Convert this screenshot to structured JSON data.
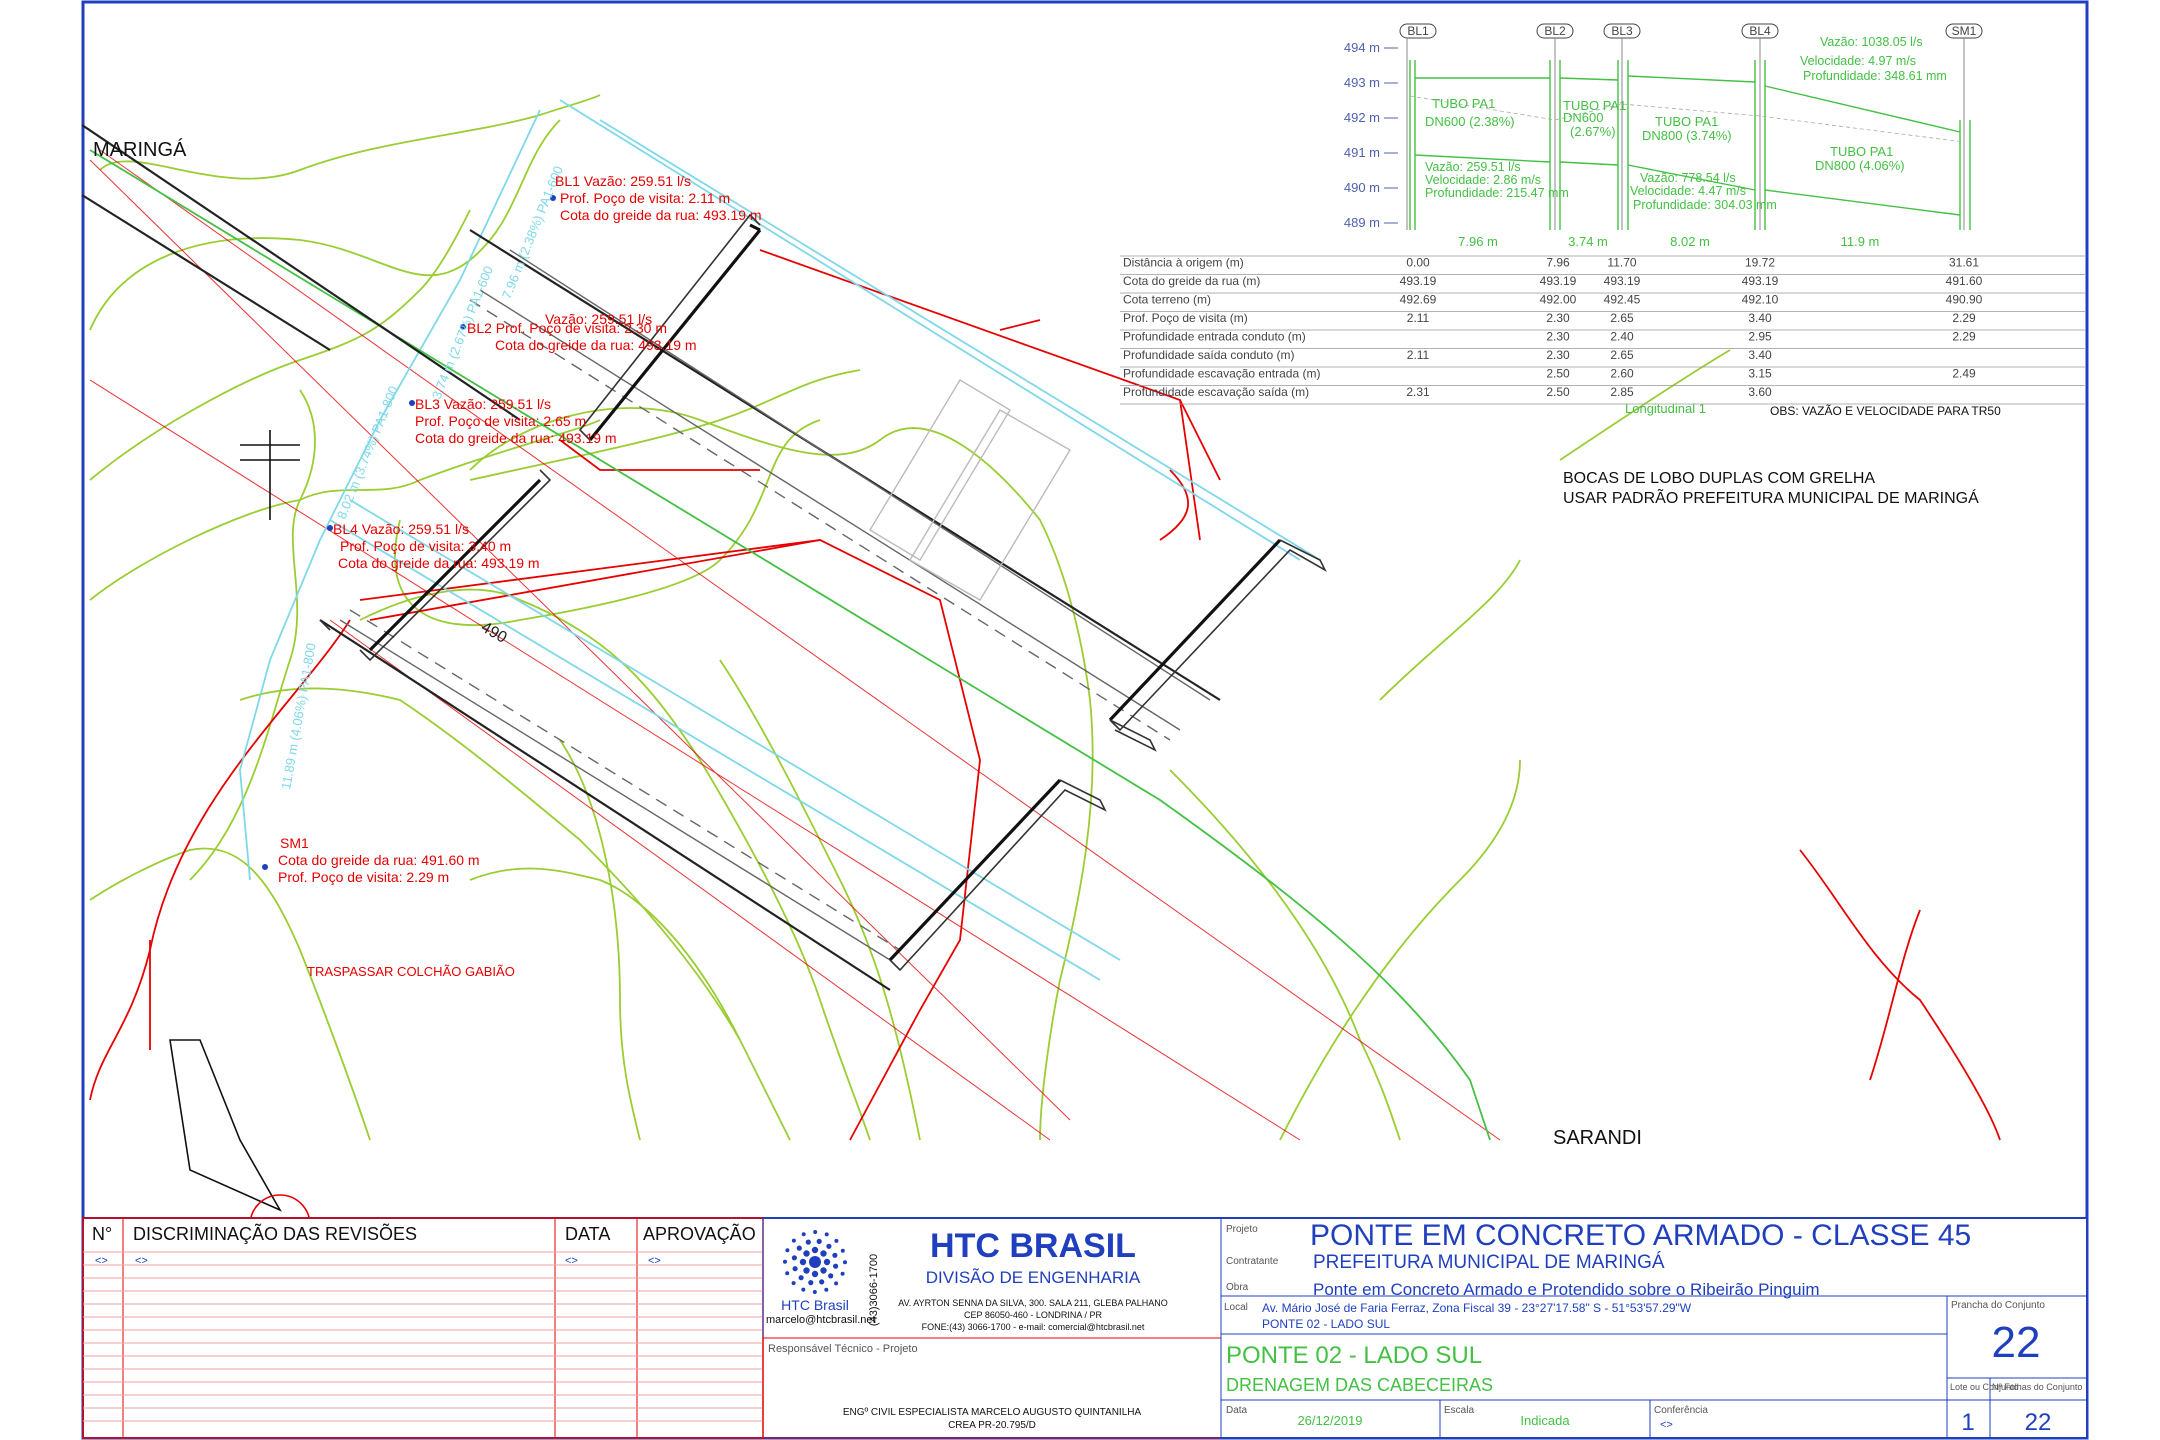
{
  "places": {
    "north": "MARINGÁ",
    "south": "SARANDI"
  },
  "contour_label": "490",
  "notes": {
    "bocas_line1": "BOCAS DE LOBO DUPLAS COM GRELHA",
    "bocas_line2": "USAR PADRÃO PREFEITURA MUNICIPAL DE MARINGÁ",
    "obs": "OBS: VAZÃO E VELOCIDADE PARA TR50",
    "longitudinal": "Longitudinal 1",
    "trespassar": "TRASPASSAR COLCHÃO GABIÃO"
  },
  "plan_labels": {
    "bl1": [
      "BL1 Vazão: 259.51 l/s",
      "Prof. Poço de visita: 2.11 m",
      "Cota do greide da rua: 493.19 m"
    ],
    "bl2": [
      "Vazão: 259.51 l/s",
      "BL2 Prof. Poço de visita: 2.30 m",
      "Cota do greide da rua: 493.19 m"
    ],
    "bl3": [
      "BL3 Vazão: 259.51 l/s",
      "Prof. Poço de visita: 2.65 m",
      "Cota do greide da rua: 493.19 m"
    ],
    "bl4": [
      "BL4 Vazão: 259.51 l/s",
      "Prof. Poço de visita: 3.40 m",
      "Cota do greide da rua: 493.19 m"
    ],
    "sm1": [
      "SM1",
      "Cota do greide da rua: 491.60 m",
      "Prof. Poço de visita: 2.29 m"
    ],
    "pipe1": "7.96 m (2.38%) PA1-600",
    "pipe2": "3.74 m (2.67%) PA1-600",
    "pipe3": "8.02 m (3.74%) PA1-800",
    "pipe4": "11.89 m (4.06%) PA1-800"
  },
  "profile": {
    "nodes": [
      "BL1",
      "BL2",
      "BL3",
      "BL4",
      "SM1"
    ],
    "elevations": [
      "494 m",
      "493 m",
      "492 m",
      "491 m",
      "490 m",
      "489 m"
    ],
    "spans": [
      "7.96 m",
      "3.74 m",
      "8.02 m",
      "11.9 m"
    ],
    "tubes": [
      {
        "l1": "TUBO PA1",
        "l2": "DN600 (2.38%)"
      },
      {
        "l1": "TUBO PA1",
        "l2": "DN600",
        "l3": "(2.67%)"
      },
      {
        "l1": "TUBO PA1",
        "l2": "DN800 (3.74%)"
      },
      {
        "l1": "TUBO PA1",
        "l2": "DN800 (4.06%)"
      }
    ],
    "flow_a": [
      "Vazão: 259.51 l/s",
      "Velocidade: 2.86 m/s",
      "Profundidade: 215.47 mm"
    ],
    "flow_b": [
      "Vazão: 778.54 l/s",
      "Velocidade: 4.47 m/s",
      "Profundidade: 304.03 mm"
    ],
    "flow_c": [
      "Vazão: 1038.05 l/s",
      "Velocidade: 4.97 m/s",
      "Profundidade: 348.61 mm"
    ]
  },
  "table": {
    "rows": [
      {
        "label": "Distância à origem (m)",
        "values": [
          "0.00",
          "7.96",
          "11.70",
          "19.72",
          "31.61"
        ]
      },
      {
        "label": "Cota do greide da rua (m)",
        "values": [
          "493.19",
          "493.19",
          "493.19",
          "493.19",
          "491.60"
        ]
      },
      {
        "label": "Cota terreno (m)",
        "values": [
          "492.69",
          "492.00",
          "492.45",
          "492.10",
          "490.90"
        ]
      },
      {
        "label": "Prof. Poço de visita (m)",
        "values": [
          "2.11",
          "2.30",
          "2.65",
          "3.40",
          "2.29"
        ]
      },
      {
        "label": "Profundidade entrada conduto (m)",
        "values": [
          "",
          "2.30",
          "2.40",
          "2.95",
          "2.29"
        ]
      },
      {
        "label": "Profundidade saída conduto (m)",
        "values": [
          "2.11",
          "2.30",
          "2.65",
          "3.40",
          ""
        ]
      },
      {
        "label": "Profundidade escavação entrada (m)",
        "values": [
          "",
          "2.50",
          "2.60",
          "3.15",
          "2.49"
        ]
      },
      {
        "label": "Profundidade escavação saída (m)",
        "values": [
          "2.31",
          "2.50",
          "2.85",
          "3.60",
          ""
        ]
      }
    ]
  },
  "revisions": {
    "col_n": "N°",
    "col_desc": "DISCRIMINAÇÃO DAS REVISÕES",
    "col_data": "DATA",
    "col_aprov": "APROVAÇÃO",
    "placeholder": "<>"
  },
  "company": {
    "name": "HTC BRASIL",
    "division": "DIVISÃO DE ENGENHARIA",
    "logo_text": "HTC Brasil",
    "email": "marcelo@htcbrasil.net",
    "phone_vertical": "(43)3066-1700",
    "address1": "AV. AYRTON SENNA DA SILVA, 300. SALA 211, GLEBA PALHANO",
    "address2": "CEP 86050-460 - LONDRINA / PR",
    "address3": "FONE:(43) 3066-1700 - e-mail: comercial@htcbrasil.net",
    "resp_label": "Responsável Técnico - Projeto",
    "engineer": "ENGº CIVIL ESPECIALISTA MARCELO AUGUSTO QUINTANILHA",
    "crea": "CREA PR-20.795/D"
  },
  "titleblock": {
    "projeto_label": "Projeto",
    "projeto": "PONTE EM CONCRETO ARMADO - CLASSE 45",
    "contratante_label": "Contratante",
    "contratante": "PREFEITURA MUNICIPAL DE MARINGÁ",
    "obra_label": "Obra",
    "obra": "Ponte em Concreto Armado e Protendido sobre o Ribeirão Pinguim",
    "local_label": "Local",
    "local": "Av. Mário José de Faria Ferraz, Zona Fiscal 39 - 23°27'17.58\" S - 51°53'57.29\"W",
    "local2": "PONTE 02 - LADO SUL",
    "prancha_label": "Prancha do Conjunto",
    "prancha": "22",
    "sheet_title": "PONTE 02 - LADO SUL",
    "sheet_subtitle": "DRENAGEM DAS CABECEIRAS",
    "data_label": "Data",
    "data": "26/12/2019",
    "escala_label": "Escala",
    "escala": "Indicada",
    "conferencia_label": "Conferência",
    "conferencia": "<>",
    "lote_label": "Lote ou Conjunto",
    "lote": "1",
    "folhas_label": "Nº Folhas do Conjunto",
    "folhas": "22"
  },
  "colors": {
    "contour": "#9acd32",
    "red": "#e60000",
    "cyan": "#7fd8e8",
    "blue": "#1f3fbf",
    "profile_green": "#44c044",
    "axis_blue": "#5060b0"
  }
}
